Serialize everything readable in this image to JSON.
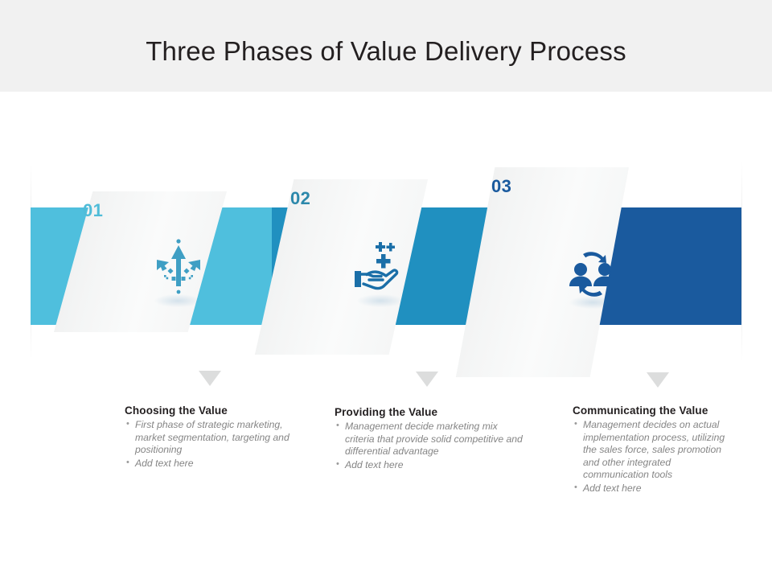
{
  "header": {
    "title": "Three Phases of Value Delivery Process",
    "background_color": "#f1f1f1",
    "title_color": "#231f20"
  },
  "ribbon": {
    "segments": [
      {
        "name": "phase-1-band",
        "color": "#4fbfdd"
      },
      {
        "name": "phase-2-band",
        "color": "#2090c0"
      },
      {
        "name": "phase-3-band",
        "color": "#1a5a9e"
      }
    ]
  },
  "phases": [
    {
      "number": "01",
      "number_color": "#4fbcd8",
      "icon": "diverging-arrows-icon",
      "icon_color": "#3f9fc4",
      "heading": "Choosing the Value",
      "bullets": [
        "First phase of strategic marketing, market segmentation, targeting and positioning",
        "Add text here"
      ]
    },
    {
      "number": "02",
      "number_color": "#2c88ab",
      "icon": "hand-with-sparkles-icon",
      "icon_color": "#1b6fa8",
      "heading": "Providing the Value",
      "bullets": [
        "Management decide marketing mix criteria that provide solid competitive and differential advantage",
        "Add text here"
      ]
    },
    {
      "number": "03",
      "number_color": "#1a5a9e",
      "icon": "team-collaboration-icon",
      "icon_color": "#1a5a9e",
      "heading": "Communicating the Value",
      "bullets": [
        "Management decides on actual implementation process, utilizing the sales force, sales promotion and other integrated communication tools",
        "Add text here"
      ]
    }
  ]
}
